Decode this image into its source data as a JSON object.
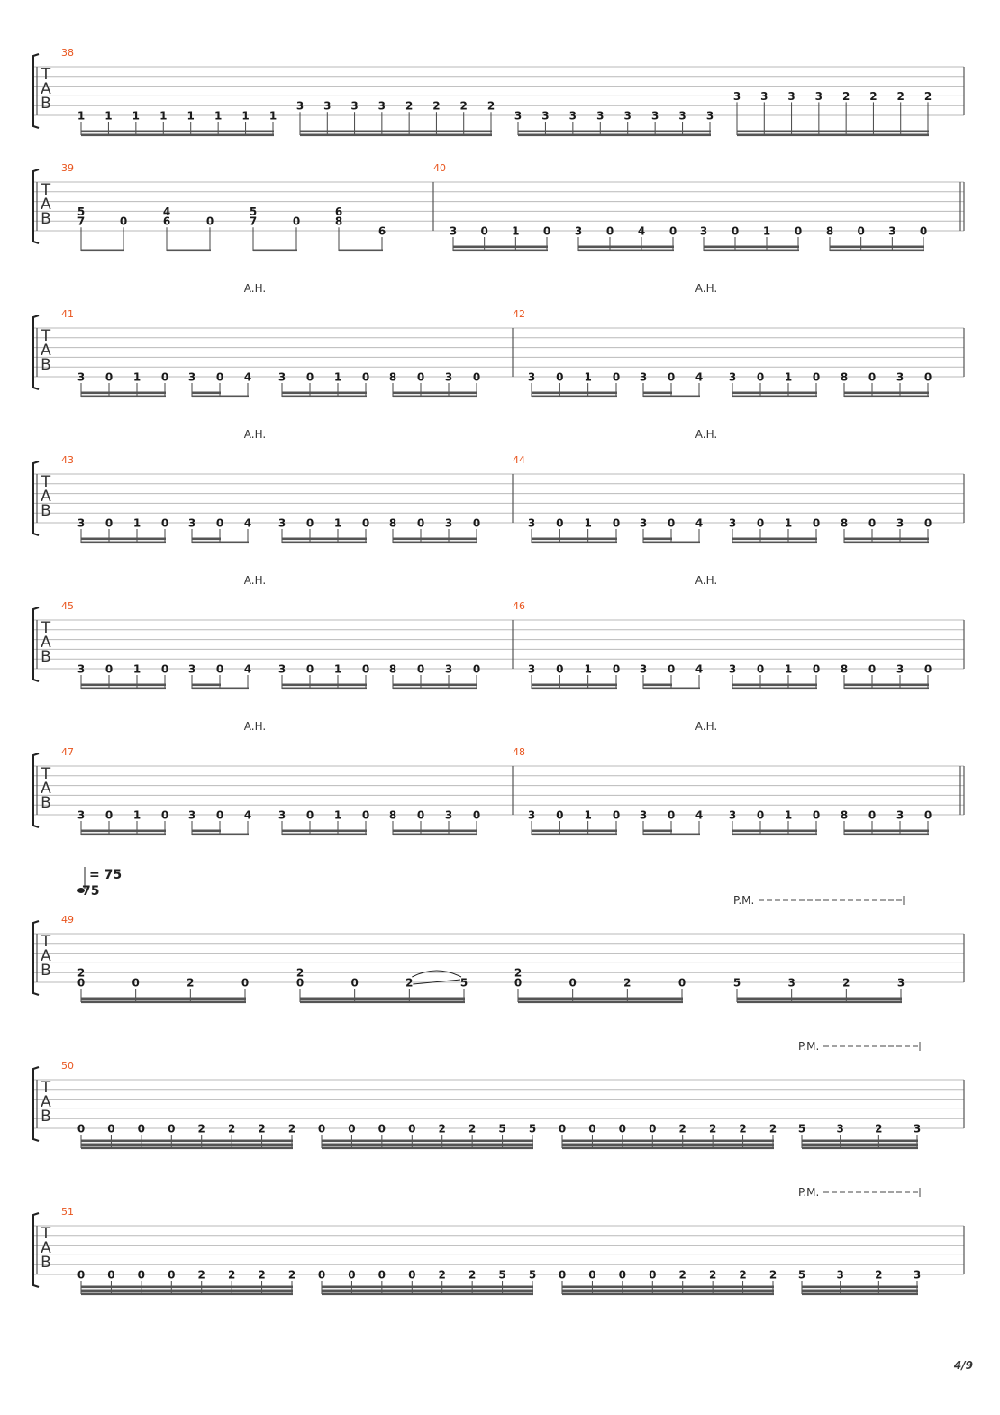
{
  "page_number": "4/9",
  "tab_letters": [
    "T",
    "A",
    "B"
  ],
  "colors": {
    "measure_number": "#e8551e",
    "staff_line": "#b9b9b9",
    "fret_text": "#1a1a1a"
  },
  "tempo": {
    "value": "= 75",
    "extra": "75"
  },
  "systems": [
    {
      "measures": [
        {
          "number": "38",
          "groups": [
            {
              "beams": 2,
              "notes": [
                {
                  "s": 6,
                  "f": "1"
                },
                {
                  "s": 6,
                  "f": "1"
                },
                {
                  "s": 6,
                  "f": "1"
                },
                {
                  "s": 6,
                  "f": "1"
                },
                {
                  "s": 6,
                  "f": "1"
                },
                {
                  "s": 6,
                  "f": "1"
                },
                {
                  "s": 6,
                  "f": "1"
                },
                {
                  "s": 6,
                  "f": "1"
                }
              ]
            },
            {
              "beams": 2,
              "notes": [
                {
                  "s": 5,
                  "f": "3"
                },
                {
                  "s": 5,
                  "f": "3"
                },
                {
                  "s": 5,
                  "f": "3"
                },
                {
                  "s": 5,
                  "f": "3"
                },
                {
                  "s": 5,
                  "f": "2"
                },
                {
                  "s": 5,
                  "f": "2"
                },
                {
                  "s": 5,
                  "f": "2"
                },
                {
                  "s": 5,
                  "f": "2"
                }
              ]
            },
            {
              "beams": 2,
              "notes": [
                {
                  "s": 6,
                  "f": "3"
                },
                {
                  "s": 6,
                  "f": "3"
                },
                {
                  "s": 6,
                  "f": "3"
                },
                {
                  "s": 6,
                  "f": "3"
                },
                {
                  "s": 6,
                  "f": "3"
                },
                {
                  "s": 6,
                  "f": "3"
                },
                {
                  "s": 6,
                  "f": "3"
                },
                {
                  "s": 6,
                  "f": "3"
                }
              ]
            },
            {
              "beams": 2,
              "notes": [
                {
                  "s": 4,
                  "f": "3"
                },
                {
                  "s": 4,
                  "f": "3"
                },
                {
                  "s": 4,
                  "f": "3"
                },
                {
                  "s": 4,
                  "f": "3"
                },
                {
                  "s": 4,
                  "f": "2"
                },
                {
                  "s": 4,
                  "f": "2"
                },
                {
                  "s": 4,
                  "f": "2"
                },
                {
                  "s": 4,
                  "f": "2"
                }
              ]
            }
          ]
        }
      ]
    },
    {
      "measures": [
        {
          "number": "39",
          "groups": [
            {
              "beams": 1,
              "notes": [
                {
                  "chord": [
                    {
                      "s": 4,
                      "f": "5"
                    },
                    {
                      "s": 5,
                      "f": "7"
                    }
                  ]
                },
                {
                  "s": 5,
                  "f": "0"
                }
              ]
            },
            {
              "beams": 1,
              "notes": [
                {
                  "chord": [
                    {
                      "s": 4,
                      "f": "4"
                    },
                    {
                      "s": 5,
                      "f": "6"
                    }
                  ]
                },
                {
                  "s": 5,
                  "f": "0"
                }
              ]
            },
            {
              "beams": 1,
              "notes": [
                {
                  "chord": [
                    {
                      "s": 4,
                      "f": "5"
                    },
                    {
                      "s": 5,
                      "f": "7"
                    }
                  ]
                },
                {
                  "s": 5,
                  "f": "0"
                }
              ]
            },
            {
              "beams": 1,
              "notes": [
                {
                  "chord": [
                    {
                      "s": 4,
                      "f": "6"
                    },
                    {
                      "s": 5,
                      "f": "8"
                    }
                  ]
                },
                {
                  "s": 6,
                  "f": "6"
                }
              ]
            }
          ]
        },
        {
          "number": "40",
          "groups": [
            {
              "beams": 2,
              "notes": [
                {
                  "s": 6,
                  "f": "3"
                },
                {
                  "s": 6,
                  "f": "0"
                },
                {
                  "s": 6,
                  "f": "1"
                },
                {
                  "s": 6,
                  "f": "0"
                }
              ]
            },
            {
              "beams": 2,
              "notes": [
                {
                  "s": 6,
                  "f": "3"
                },
                {
                  "s": 6,
                  "f": "0"
                },
                {
                  "s": 6,
                  "f": "4"
                },
                {
                  "s": 6,
                  "f": "0"
                }
              ]
            },
            {
              "beams": 2,
              "notes": [
                {
                  "s": 6,
                  "f": "3"
                },
                {
                  "s": 6,
                  "f": "0"
                },
                {
                  "s": 6,
                  "f": "1"
                },
                {
                  "s": 6,
                  "f": "0"
                }
              ]
            },
            {
              "beams": 2,
              "notes": [
                {
                  "s": 6,
                  "f": "8"
                },
                {
                  "s": 6,
                  "f": "0"
                },
                {
                  "s": 6,
                  "f": "3"
                },
                {
                  "s": 6,
                  "f": "0"
                }
              ]
            }
          ]
        }
      ]
    },
    {
      "ann": [
        {
          "at": "m0.g1.n2",
          "text": "A.H."
        },
        {
          "at": "m1.g1.n2",
          "text": "A.H."
        }
      ],
      "measures": [
        {
          "number": "41",
          "riff": "ah"
        },
        {
          "number": "42",
          "riff": "ah"
        }
      ]
    },
    {
      "ann": [
        {
          "at": "m0.g1.n2",
          "text": "A.H."
        },
        {
          "at": "m1.g1.n2",
          "text": "A.H."
        }
      ],
      "measures": [
        {
          "number": "43",
          "riff": "ah"
        },
        {
          "number": "44",
          "riff": "ah"
        }
      ]
    },
    {
      "ann": [
        {
          "at": "m0.g1.n2",
          "text": "A.H."
        },
        {
          "at": "m1.g1.n2",
          "text": "A.H."
        }
      ],
      "measures": [
        {
          "number": "45",
          "riff": "ah"
        },
        {
          "number": "46",
          "riff": "ah"
        }
      ]
    },
    {
      "ann": [
        {
          "at": "m0.g1.n2",
          "text": "A.H."
        },
        {
          "at": "m1.g1.n2",
          "text": "A.H."
        }
      ],
      "final": true,
      "measures": [
        {
          "number": "47",
          "riff": "ah"
        },
        {
          "number": "48",
          "riff": "ah"
        }
      ]
    },
    {
      "tempo": true,
      "pm": [
        {
          "text": "P.M.",
          "from": "m0.g3.n0",
          "to": "m0.g3.n3"
        }
      ],
      "measures": [
        {
          "number": "49",
          "groups": [
            {
              "beams": 2,
              "notes": [
                {
                  "chord": [
                    {
                      "s": 5,
                      "f": "2"
                    },
                    {
                      "s": 6,
                      "f": "0"
                    }
                  ]
                },
                {
                  "s": 6,
                  "f": "0"
                },
                {
                  "s": 6,
                  "f": "2"
                },
                {
                  "s": 6,
                  "f": "0"
                }
              ]
            },
            {
              "beams": 2,
              "notes": [
                {
                  "chord": [
                    {
                      "s": 5,
                      "f": "2"
                    },
                    {
                      "s": 6,
                      "f": "0"
                    }
                  ]
                },
                {
                  "s": 6,
                  "f": "0"
                },
                {
                  "s": 6,
                  "f": "2",
                  "slur": true
                },
                {
                  "s": 6,
                  "f": "5"
                }
              ]
            },
            {
              "beams": 2,
              "notes": [
                {
                  "chord": [
                    {
                      "s": 5,
                      "f": "2"
                    },
                    {
                      "s": 6,
                      "f": "0"
                    }
                  ]
                },
                {
                  "s": 6,
                  "f": "0"
                },
                {
                  "s": 6,
                  "f": "2"
                },
                {
                  "s": 6,
                  "f": "0"
                }
              ]
            },
            {
              "beams": 2,
              "notes": [
                {
                  "s": 6,
                  "f": "5"
                },
                {
                  "s": 6,
                  "f": "3"
                },
                {
                  "s": 6,
                  "f": "2"
                },
                {
                  "s": 6,
                  "f": "3"
                }
              ]
            }
          ]
        }
      ]
    },
    {
      "pm": [
        {
          "text": "P.M.",
          "from": "m0.g3.n0",
          "to": "m0.g3.n3"
        }
      ],
      "measures": [
        {
          "number": "50",
          "riff": "pm"
        }
      ]
    },
    {
      "pm": [
        {
          "text": "P.M.",
          "from": "m0.g3.n0",
          "to": "m0.g3.n3"
        }
      ],
      "measures": [
        {
          "number": "51",
          "riff": "pm"
        }
      ]
    }
  ],
  "riffs": {
    "ah": [
      {
        "beams": 2,
        "notes": [
          {
            "s": 6,
            "f": "3"
          },
          {
            "s": 6,
            "f": "0"
          },
          {
            "s": 6,
            "f": "1"
          },
          {
            "s": 6,
            "f": "0"
          }
        ]
      },
      {
        "beams": 2,
        "notes": [
          {
            "s": 6,
            "f": "3"
          },
          {
            "s": 6,
            "f": "0"
          },
          {
            "s": 6,
            "f": "4"
          }
        ],
        "half_last": true
      },
      {
        "beams": 2,
        "notes": [
          {
            "s": 6,
            "f": "3"
          },
          {
            "s": 6,
            "f": "0"
          },
          {
            "s": 6,
            "f": "1"
          },
          {
            "s": 6,
            "f": "0"
          }
        ]
      },
      {
        "beams": 2,
        "notes": [
          {
            "s": 6,
            "f": "8"
          },
          {
            "s": 6,
            "f": "0"
          },
          {
            "s": 6,
            "f": "3"
          },
          {
            "s": 6,
            "f": "0"
          }
        ]
      }
    ],
    "pm": [
      {
        "beams": 3,
        "notes": [
          {
            "s": 6,
            "f": "0"
          },
          {
            "s": 6,
            "f": "0"
          },
          {
            "s": 6,
            "f": "0"
          },
          {
            "s": 6,
            "f": "0"
          },
          {
            "s": 6,
            "f": "2"
          },
          {
            "s": 6,
            "f": "2"
          },
          {
            "s": 6,
            "f": "2"
          },
          {
            "s": 6,
            "f": "2"
          }
        ]
      },
      {
        "beams": 3,
        "notes": [
          {
            "s": 6,
            "f": "0"
          },
          {
            "s": 6,
            "f": "0"
          },
          {
            "s": 6,
            "f": "0"
          },
          {
            "s": 6,
            "f": "0"
          },
          {
            "s": 6,
            "f": "2"
          },
          {
            "s": 6,
            "f": "2"
          },
          {
            "s": 6,
            "f": "5"
          },
          {
            "s": 6,
            "f": "5"
          }
        ]
      },
      {
        "beams": 3,
        "notes": [
          {
            "s": 6,
            "f": "0"
          },
          {
            "s": 6,
            "f": "0"
          },
          {
            "s": 6,
            "f": "0"
          },
          {
            "s": 6,
            "f": "0"
          },
          {
            "s": 6,
            "f": "2"
          },
          {
            "s": 6,
            "f": "2"
          },
          {
            "s": 6,
            "f": "2"
          },
          {
            "s": 6,
            "f": "2"
          }
        ]
      },
      {
        "beams": 3,
        "notes": [
          {
            "s": 6,
            "f": "5"
          },
          {
            "s": 6,
            "f": "3"
          },
          {
            "s": 6,
            "f": "2"
          },
          {
            "s": 6,
            "f": "3"
          }
        ]
      }
    ]
  }
}
